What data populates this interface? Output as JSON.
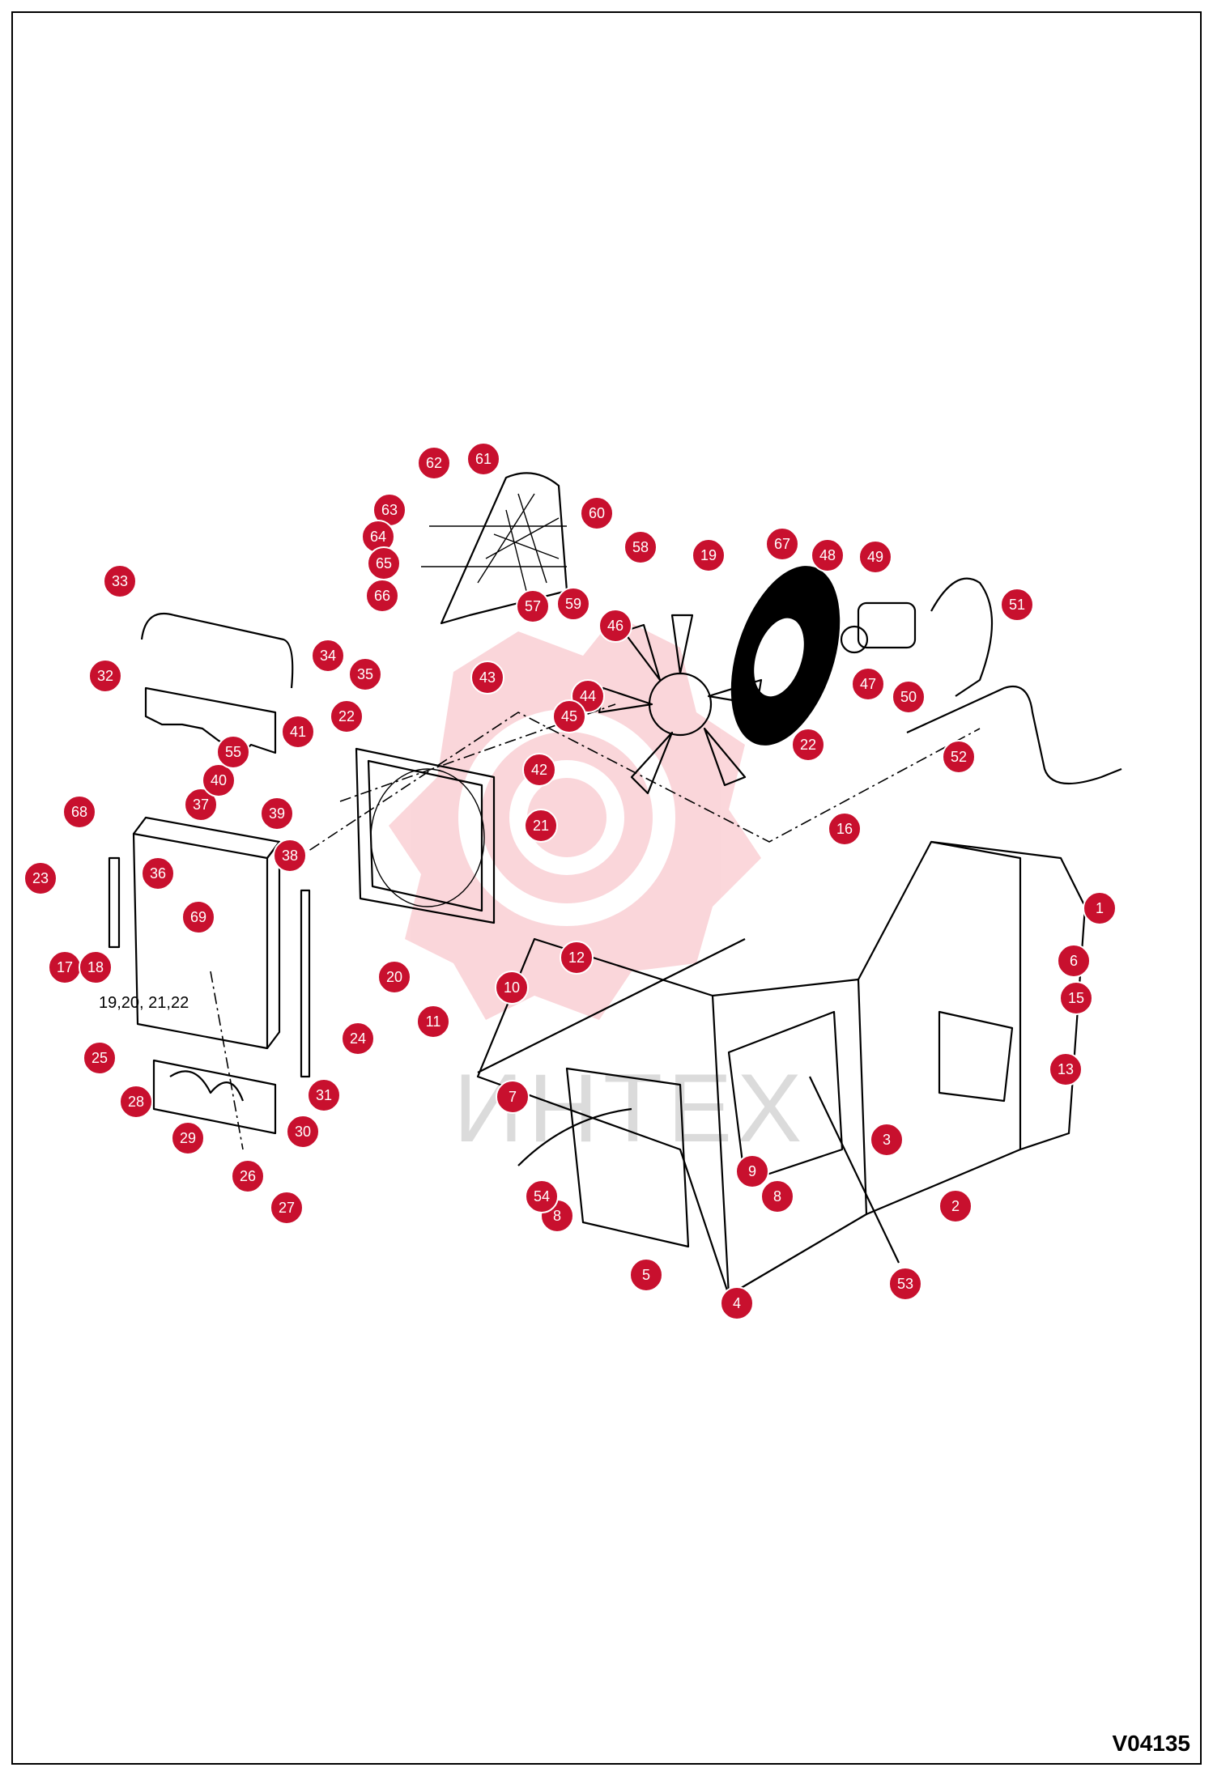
{
  "drawing_id": "V04135",
  "watermark": "ИНТЕХ",
  "accent_color": "#c8102e",
  "callouts": [
    "1",
    "2",
    "3",
    "4",
    "5",
    "6",
    "7",
    "8",
    "8",
    "9",
    "10",
    "11",
    "12",
    "13",
    "15",
    "16",
    "17",
    "18",
    "19",
    "20",
    "21",
    "22",
    "22",
    "23",
    "24",
    "25",
    "26",
    "27",
    "28",
    "29",
    "30",
    "31",
    "32",
    "33",
    "34",
    "35",
    "36",
    "37",
    "38",
    "39",
    "40",
    "41",
    "42",
    "43",
    "44",
    "45",
    "46",
    "47",
    "48",
    "49",
    "50",
    "51",
    "52",
    "53",
    "54",
    "55",
    "57",
    "58",
    "59",
    "60",
    "61",
    "62",
    "63",
    "64",
    "65",
    "66",
    "67",
    "68",
    "69"
  ],
  "stamped_labels": {
    "radiator_group": "19,20,\n21,22"
  }
}
